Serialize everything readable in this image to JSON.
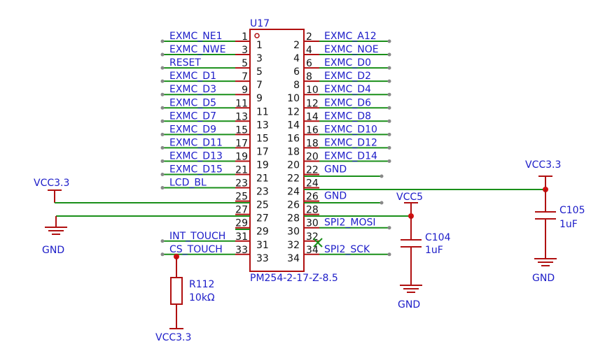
{
  "component": {
    "ref": "U17",
    "part": "PM254-2-17-Z-8.5",
    "pins_inside_left": [
      "1",
      "3",
      "5",
      "7",
      "9",
      "11",
      "13",
      "15",
      "17",
      "19",
      "21",
      "23",
      "25",
      "27",
      "29",
      "31",
      "33"
    ],
    "pins_inside_right": [
      "2",
      "4",
      "6",
      "8",
      "10",
      "12",
      "14",
      "16",
      "18",
      "20",
      "22",
      "24",
      "26",
      "28",
      "30",
      "32",
      "34"
    ]
  },
  "left_nets": [
    {
      "label": "EXMC_NE1",
      "pin": "1"
    },
    {
      "label": "EXMC_NWE",
      "pin": "3"
    },
    {
      "label": "RESET",
      "pin": "5"
    },
    {
      "label": "EXMC_D1",
      "pin": "7"
    },
    {
      "label": "EXMC_D3",
      "pin": "9"
    },
    {
      "label": "EXMC_D5",
      "pin": "11"
    },
    {
      "label": "EXMC_D7",
      "pin": "13"
    },
    {
      "label": "EXMC_D9",
      "pin": "15"
    },
    {
      "label": "EXMC_D11",
      "pin": "17"
    },
    {
      "label": "EXMC_D13",
      "pin": "19"
    },
    {
      "label": "EXMC_D15",
      "pin": "21"
    },
    {
      "label": "LCD_BL",
      "pin": "23"
    },
    {
      "label": "",
      "pin": "25"
    },
    {
      "label": "",
      "pin": "27"
    },
    {
      "label": "",
      "pin": "29"
    },
    {
      "label": "INT_TOUCH",
      "pin": "31"
    },
    {
      "label": "CS_TOUCH",
      "pin": "33"
    }
  ],
  "right_nets": [
    {
      "label": "EXMC_A12",
      "pin": "2"
    },
    {
      "label": "EXMC_NOE",
      "pin": "4"
    },
    {
      "label": "EXMC_D0",
      "pin": "6"
    },
    {
      "label": "EXMC_D2",
      "pin": "8"
    },
    {
      "label": "EXMC_D4",
      "pin": "10"
    },
    {
      "label": "EXMC_D6",
      "pin": "12"
    },
    {
      "label": "EXMC_D8",
      "pin": "14"
    },
    {
      "label": "EXMC_D10",
      "pin": "16"
    },
    {
      "label": "EXMC_D12",
      "pin": "18"
    },
    {
      "label": "EXMC_D14",
      "pin": "20"
    },
    {
      "label": "GND",
      "pin": "22"
    },
    {
      "label": "",
      "pin": "24"
    },
    {
      "label": "GND",
      "pin": "26"
    },
    {
      "label": "",
      "pin": "28"
    },
    {
      "label": "SPI2_MOSI",
      "pin": "30"
    },
    {
      "label": "",
      "pin": "32"
    },
    {
      "label": "SPI2_SCK",
      "pin": "34"
    }
  ],
  "power": {
    "vcc_left": "VCC3.3",
    "gnd_left": "GND",
    "vcc5": "VCC5",
    "gnd_c104": "GND",
    "vcc_right": "VCC3.3",
    "gnd_right": "GND",
    "vcc_r112": "VCC3.3"
  },
  "parts": {
    "c104_ref": "C104",
    "c104_val": "1uF",
    "c105_ref": "C105",
    "c105_val": "1uF",
    "r112_ref": "R112",
    "r112_val": "10kΩ"
  },
  "colors": {
    "wire": "#1a8f1a",
    "part": "#b01010",
    "label": "#1c1cc8",
    "junction": "#d01010"
  }
}
